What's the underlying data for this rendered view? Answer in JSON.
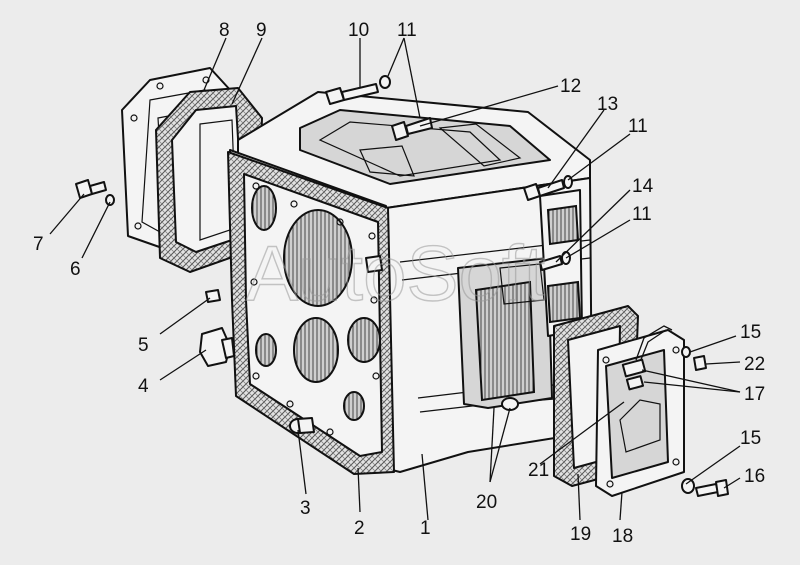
{
  "watermark": "AutoSoft",
  "labels": {
    "l1": "1",
    "l2": "2",
    "l3": "3",
    "l4": "4",
    "l5": "5",
    "l6": "6",
    "l7": "7",
    "l8": "8",
    "l9": "9",
    "l10": "10",
    "l11a": "11",
    "l11b": "11",
    "l11c": "11",
    "l12": "12",
    "l13": "13",
    "l14": "14",
    "l15a": "15",
    "l15b": "15",
    "l16": "16",
    "l17": "17",
    "l18": "18",
    "l19": "19",
    "l20": "20",
    "l21": "21",
    "l22": "22"
  }
}
